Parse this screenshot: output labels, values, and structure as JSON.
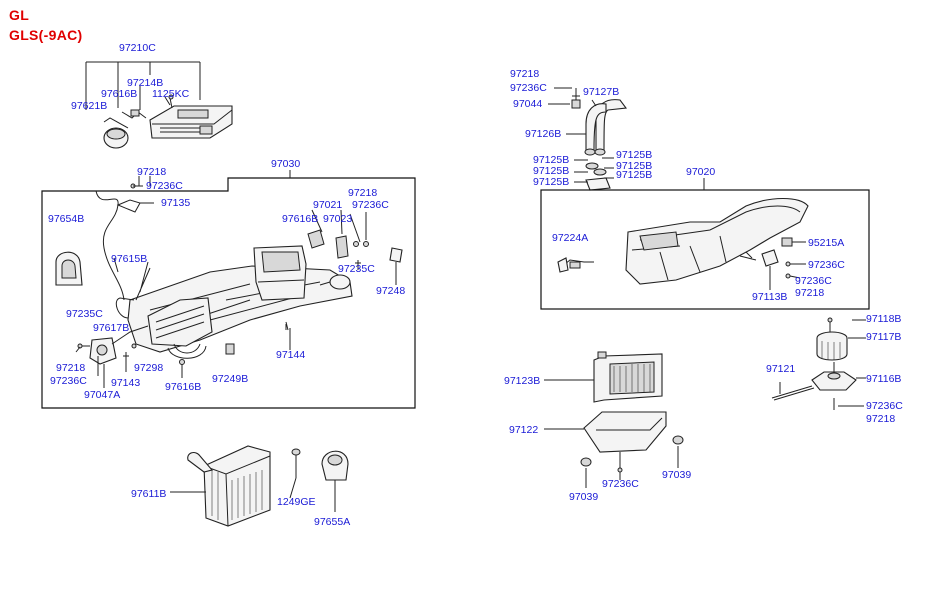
{
  "header": {
    "line1": "GL",
    "line2": "GLS(-9AC)"
  },
  "labels": {
    "p97210C": "97210C",
    "p97214B": "97214B",
    "p97616B_a": "97616B",
    "p1125KC": "1125KC",
    "p97621B": "97621B",
    "p97030": "97030",
    "p97218_a": "97218",
    "p97236C_a": "97236C",
    "p97135": "97135",
    "p97218_b": "97218",
    "p97021": "97021",
    "p97236C_b": "97236C",
    "p97616B_b": "97616B",
    "p97023": "97023",
    "p97654B": "97654B",
    "p97615B": "97615B",
    "p97235C_a": "97235C",
    "p97248": "97248",
    "p97235C_b": "97235C",
    "p97617B": "97617B",
    "p97218_c": "97218",
    "p97236C_c": "97236C",
    "p97298": "97298",
    "p97143": "97143",
    "p97616B_c": "97616B",
    "p97144": "97144",
    "p97249B": "97249B",
    "p97047A": "97047A",
    "p97611B": "97611B",
    "p1249GE": "1249GE",
    "p97655A": "97655A",
    "p97218_d": "97218",
    "p97236C_d": "97236C",
    "p97127B": "97127B",
    "p97044": "97044",
    "p97126B": "97126B",
    "p97125B_1": "97125B",
    "p97125B_2": "97125B",
    "p97125B_3": "97125B",
    "p97125B_4": "97125B",
    "p97125B_5": "97125B",
    "p97125B_6": "97125B",
    "p97020": "97020",
    "p97224A": "97224A",
    "p95215A": "95215A",
    "p97236C_e": "97236C",
    "p97236C_f": "97236C",
    "p97218_e": "97218",
    "p97113B": "97113B",
    "p97118B": "97118B",
    "p97117B": "97117B",
    "p97121": "97121",
    "p97116B": "97116B",
    "p97236C_g": "97236C",
    "p97218_f": "97218",
    "p97123B": "97123B",
    "p97122": "97122",
    "p97039_a": "97039",
    "p97236C_h": "97236C",
    "p97039_b": "97039"
  },
  "colors": {
    "label": "#1a1ad6",
    "header": "#e00000",
    "lines": "#222222"
  }
}
